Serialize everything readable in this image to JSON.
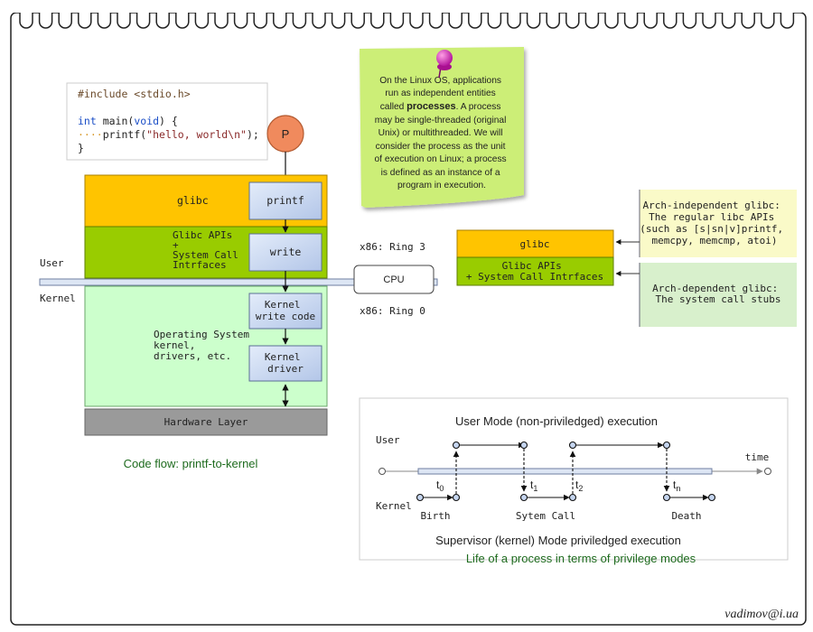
{
  "code": {
    "line1": "#include <stdio.h>",
    "int": "int",
    "main": " main(",
    "void": "void",
    "close": ") {",
    "dots": "····",
    "printf": "printf(",
    "str": "\"hello, world\\n\"",
    "semi": ");",
    "brace": "}"
  },
  "p_label": "P",
  "stack": {
    "glibc_label": "glibc",
    "printf_label": "printf",
    "apis_label": [
      "Glibc APIs",
      "+",
      "System Call",
      "Intrfaces"
    ],
    "write_label": "write",
    "kernel_write": [
      "Kernel",
      "write code"
    ],
    "os_label": [
      "Operating System",
      "kernel,",
      "drivers, etc."
    ],
    "kernel_driver": [
      "Kernel",
      "driver"
    ],
    "hardware": "Hardware Layer"
  },
  "user_label": "User",
  "kernel_label": "Kernel",
  "cpu_label": "CPU",
  "ring3": "x86: Ring 3",
  "ring0": "x86: Ring 0",
  "code_flow_caption": "Code flow: printf-to-kernel",
  "sticky_note": {
    "pre": "On the Linux OS, applications run as independent entities called ",
    "bold": "processes",
    "post": ". A process may be single-threaded (original Unix) or multithreaded. We will consider the process as the unit of execution on Linux; a process is defined as an instance of a program in execution.",
    "lines": [
      "On the Linux OS, applications",
      "run as independent entities",
      "called processes. A process",
      "may be single-threaded (original",
      "Unix) or multithreaded. We will",
      "consider the process as the unit",
      "of execution on Linux; a process",
      "is defined as an instance of a",
      "program in execution."
    ]
  },
  "right_stack": {
    "glibc": "glibc",
    "apis": [
      "Glibc APIs",
      "+ System Call Intrfaces"
    ]
  },
  "callout_independent": [
    "Arch-independent glibc:",
    "The regular libc APIs",
    "(such as [s|sn|v]printf,",
    "memcpy, memcmp, atoi)"
  ],
  "callout_dependent": [
    "Arch-dependent glibc:",
    "The system call stubs"
  ],
  "timeline": {
    "title": "User Mode (non-priviledged) execution",
    "user": "User",
    "kernel": "Kernel",
    "time": "time",
    "t0": "t",
    "t0_sub": "0",
    "t1": "t",
    "t1_sub": "1",
    "t2": "t",
    "t2_sub": "2",
    "tn": "t",
    "tn_sub": "n",
    "birth": "Birth",
    "syscall": "Sytem Call",
    "death": "Death",
    "bottom": "Supervisor (kernel) Mode priviledged execution",
    "caption": "Life of a process in terms of privilege modes"
  },
  "signature": "vadimov@i.ua",
  "colors": {
    "glibc_orange": "#ffc400",
    "glibc_green": "#99cc00",
    "kernel_green": "#ccffcc",
    "hardware_gray": "#9a9a9a",
    "inner_blue": "#c5d5ef",
    "p_circle": "#f08a5d",
    "sticky": "#ccee77",
    "caption_green": "#1e6b1e"
  }
}
